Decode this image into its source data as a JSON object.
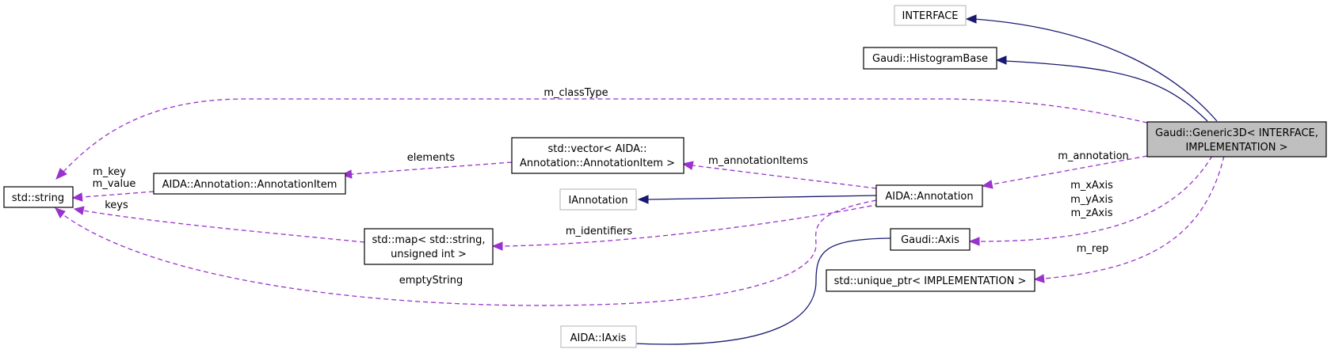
{
  "nodes": {
    "interface": "INTERFACE",
    "histogram_base": "Gaudi::HistogramBase",
    "generic3d_line1": "Gaudi::Generic3D< INTERFACE,",
    "generic3d_line2": "IMPLEMENTATION >",
    "std_string": "std::string",
    "annotation_item": "AIDA::Annotation::AnnotationItem",
    "vector_line1": "std::vector< AIDA::",
    "vector_line2": "Annotation::AnnotationItem >",
    "iannotation": "IAnnotation",
    "aida_annotation": "AIDA::Annotation",
    "map_line1": "std::map< std::string,",
    "map_line2": "unsigned int >",
    "gaudi_axis": "Gaudi::Axis",
    "unique_ptr": "std::unique_ptr< IMPLEMENTATION >",
    "iaxis": "AIDA::IAxis"
  },
  "edge_labels": {
    "m_classType": "m_classType",
    "elements": "elements",
    "m_key": "m_key",
    "m_value": "m_value",
    "m_annotationItems": "m_annotationItems",
    "m_annotation": "m_annotation",
    "keys": "keys",
    "m_identifiers": "m_identifiers",
    "m_xAxis": "m_xAxis",
    "m_yAxis": "m_yAxis",
    "m_zAxis": "m_zAxis",
    "m_rep": "m_rep",
    "emptyString": "emptyString"
  },
  "colors": {
    "inheritance_edge": "#191970",
    "usage_edge": "#9a32cd",
    "focus_fill": "#bfbfbf",
    "ghost_border": "#bfbfbf"
  }
}
